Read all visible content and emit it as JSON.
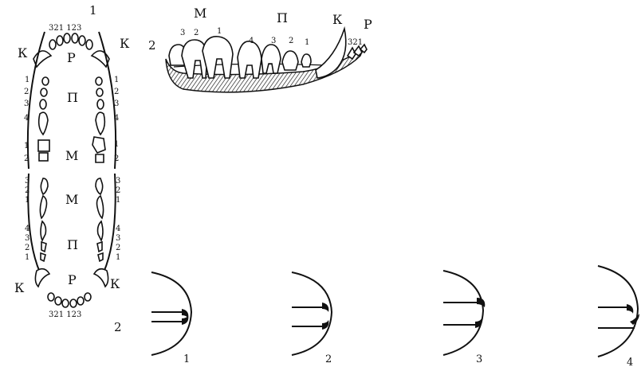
{
  "top_label_1": "1",
  "top_label_2": "2",
  "bottom_label_2": "2",
  "upper_jaw": {
    "canine_left": "К",
    "canine_right": "К",
    "incisor": "Р",
    "premolar": "П",
    "molar": "М",
    "incisor_numbers": "321 123",
    "left_premolar_nums": [
      "1",
      "2",
      "3",
      "4"
    ],
    "right_premolar_nums": [
      "1",
      "2",
      "3",
      "4"
    ],
    "left_molar_nums": [
      "1",
      "2"
    ],
    "right_molar_nums": [
      "1",
      "2"
    ]
  },
  "lower_jaw": {
    "molar": "М",
    "premolar": "П",
    "incisor": "Р",
    "canine_left": "К",
    "canine_right": "К",
    "incisor_numbers": "321 123",
    "left_molar_nums": [
      "3",
      "2",
      "1"
    ],
    "right_molar_nums": [
      "3",
      "2",
      "1"
    ],
    "left_premolar_nums": [
      "4",
      "3",
      "2",
      "1"
    ],
    "right_premolar_nums": [
      "4",
      "3",
      "2",
      "1"
    ]
  },
  "side_view": {
    "molar": "М",
    "premolar": "П",
    "canine": "К",
    "incisor": "Р",
    "molar_nums": [
      "3",
      "2",
      "1"
    ],
    "premolar_nums": [
      "4",
      "3",
      "2",
      "1"
    ],
    "incisor_nums": "321"
  },
  "bite_captions": [
    "1",
    "2",
    "3",
    "4"
  ]
}
